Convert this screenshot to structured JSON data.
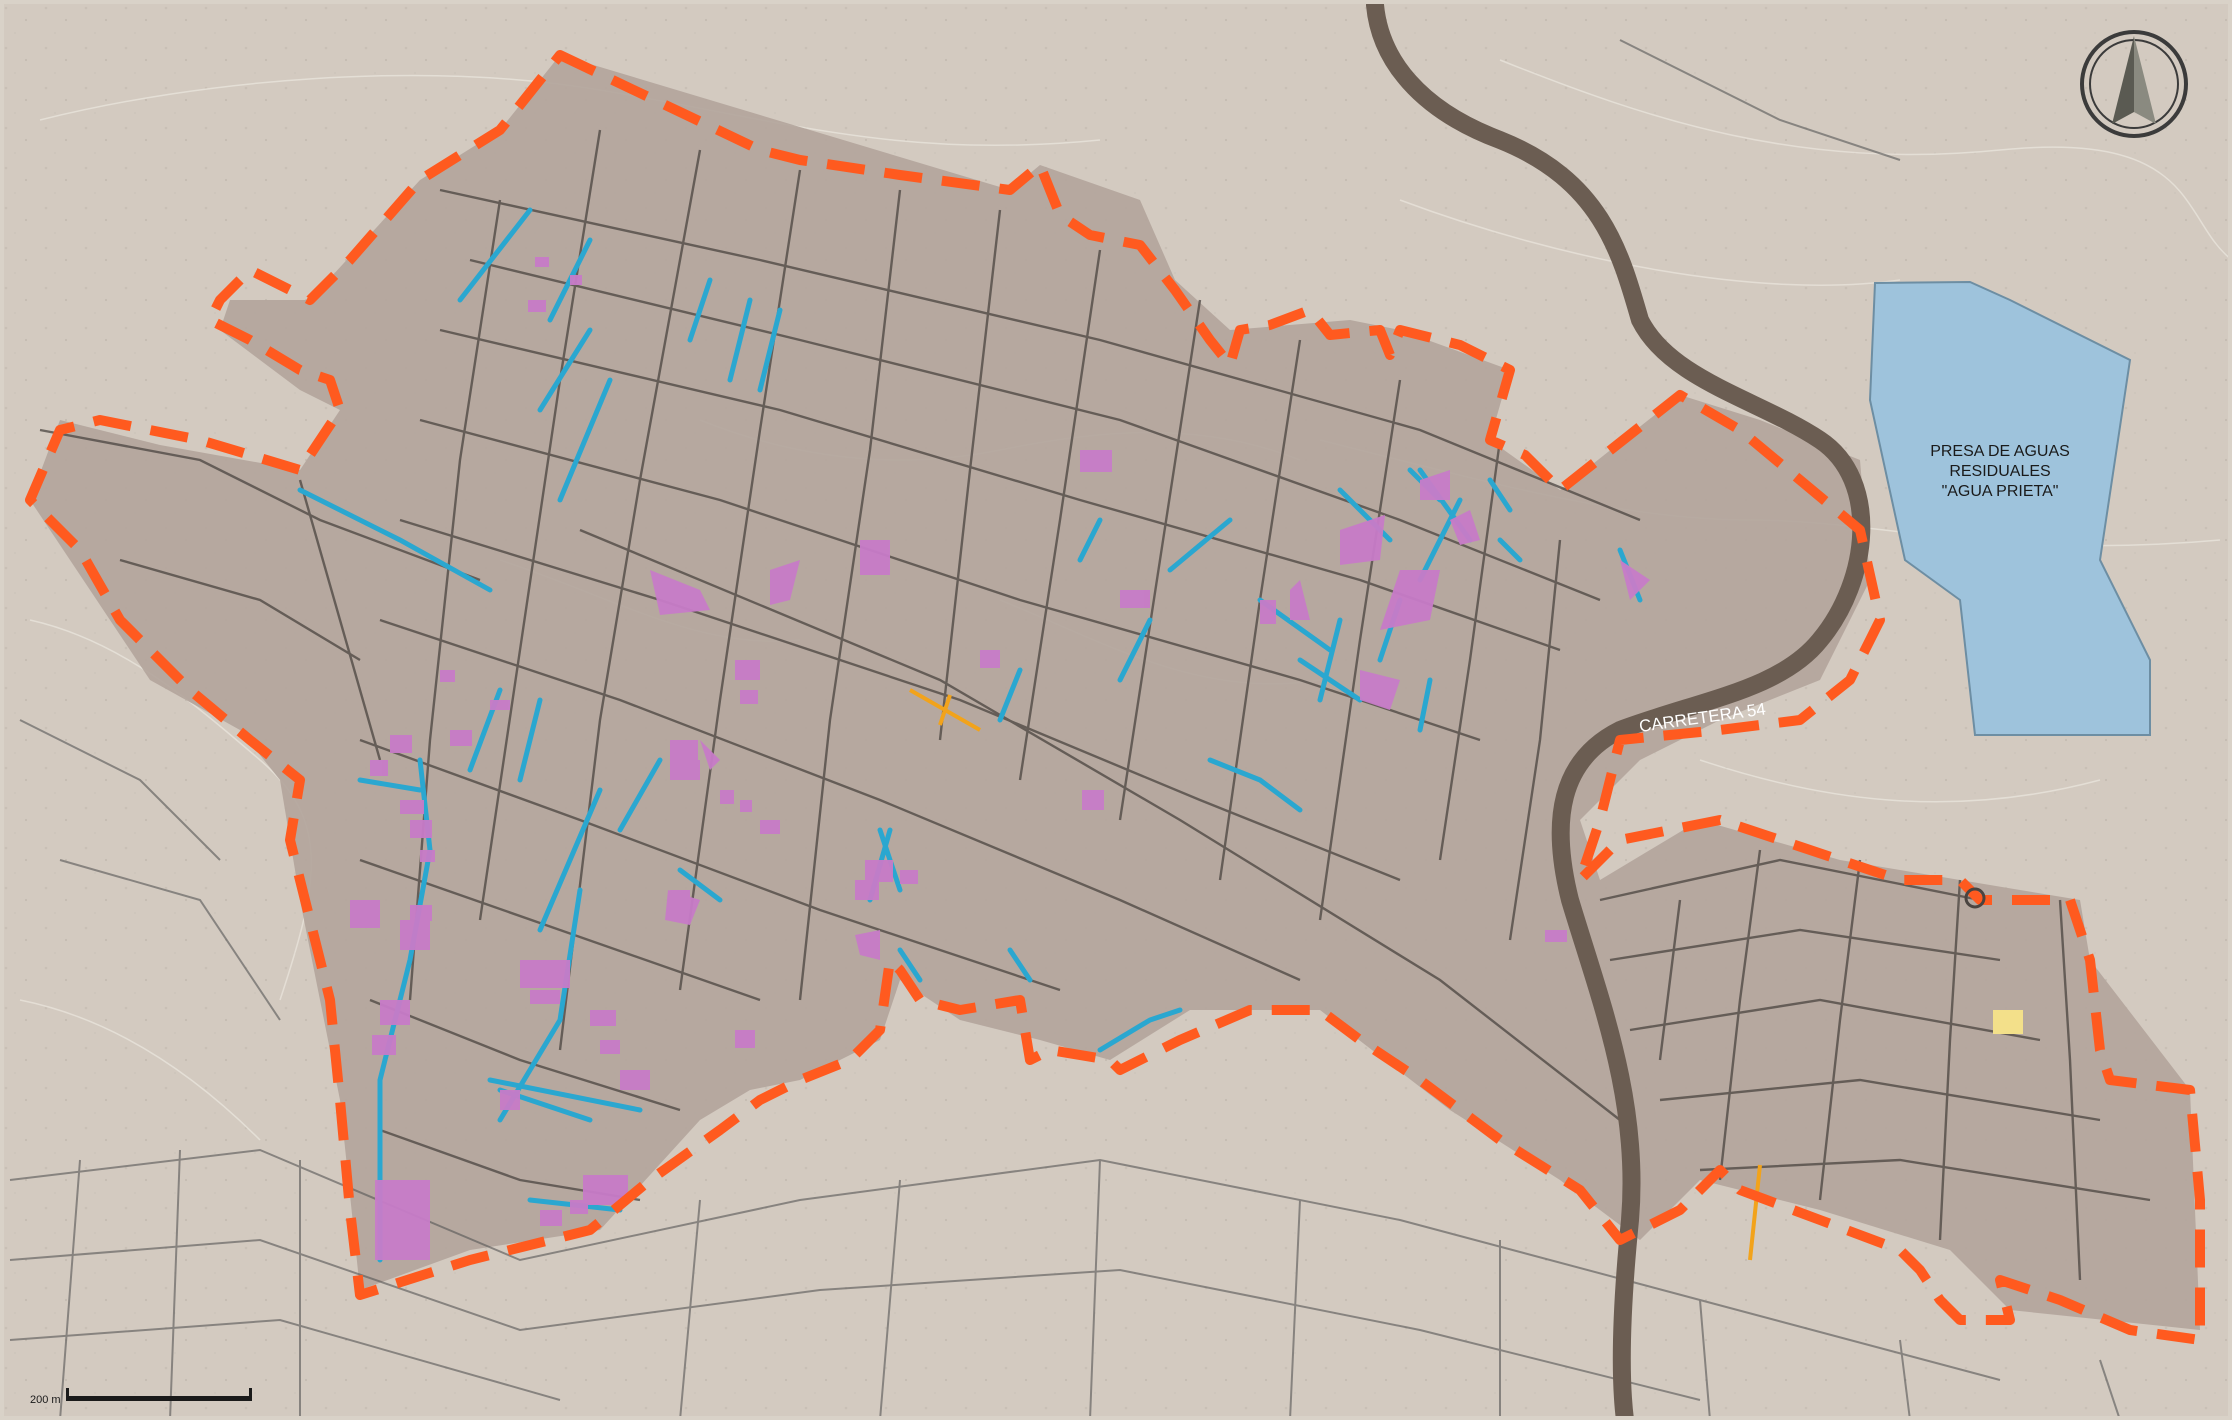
{
  "map": {
    "colors": {
      "ground": "#cfc6bb",
      "study_area_fill": "#b3a59c",
      "study_area_border": "#ff5a1f",
      "streets": "#4a4440",
      "streets_highlight": "#2aa7d0",
      "lots_highlight": "#c77bc8",
      "markers_orange": "#f2a31b",
      "highway": "#6b5d52",
      "reservoir": "#9ec3dc",
      "yellow_lot": "#f3e08a"
    },
    "labels": {
      "highway": "CARRETERA 54",
      "reservoir_line1": "PRESA DE AGUAS",
      "reservoir_line2": "RESIDUALES",
      "reservoir_line3": "\"AGUA PRIETA\""
    },
    "scale_bar": {
      "label": "200 m"
    },
    "north_arrow": {
      "icon": "north-arrow-icon"
    }
  }
}
